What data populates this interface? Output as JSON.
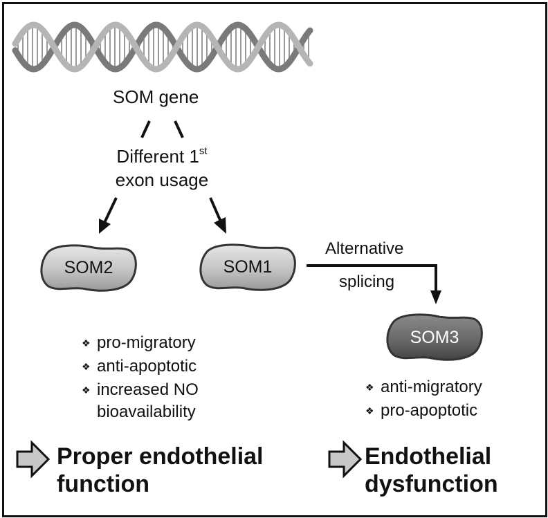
{
  "gene": {
    "label": "SOM gene"
  },
  "mechanism": {
    "line1": "Different 1",
    "sup": "st",
    "line2": "exon usage"
  },
  "isoforms": {
    "som2": "SOM2",
    "som1": "SOM1",
    "som3": "SOM3"
  },
  "splicing": {
    "line1": "Alternative",
    "line2": "splicing"
  },
  "som_left_effects": [
    "pro-migratory",
    "anti-apoptotic",
    "increased NO",
    "bioavailability"
  ],
  "som3_effects": [
    "anti-migratory",
    "pro-apoptotic"
  ],
  "outcomes": {
    "left": {
      "line1": "Proper endothelial",
      "line2": "function"
    },
    "right": {
      "line1": "Endothelial",
      "line2": "dysfunction"
    }
  },
  "bullet_glyph": "❖",
  "colors": {
    "blob_light": "#c9c9c9",
    "blob_dark": "#6e6e6e",
    "outline": "#333333",
    "arrow_fill": "#c8c8c8"
  },
  "icons": [
    "dna-helix-icon",
    "hollow-right-arrow-icon"
  ]
}
